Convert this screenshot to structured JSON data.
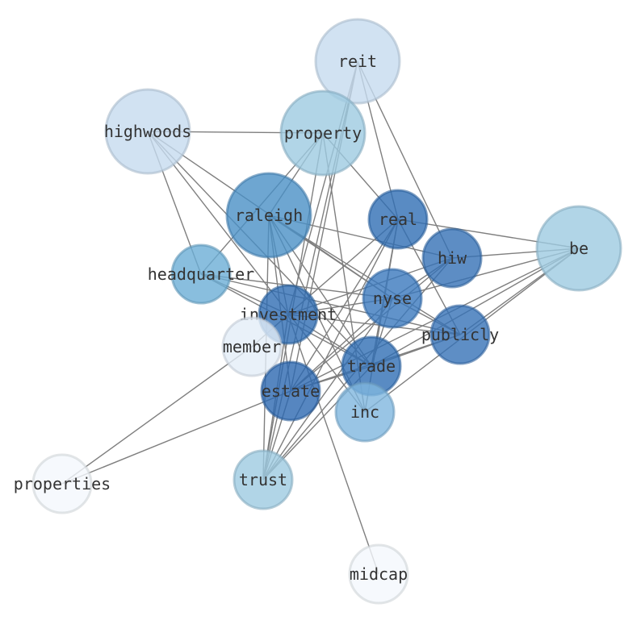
{
  "graph": {
    "nodes": [
      {
        "id": "reit",
        "label": "reit",
        "color": "#c6dbef"
      },
      {
        "id": "highwoods",
        "label": "highwoods",
        "color": "#c6dbef"
      },
      {
        "id": "property",
        "label": "property",
        "color": "#9ecae1"
      },
      {
        "id": "raleigh",
        "label": "raleigh",
        "color": "#4a90c6"
      },
      {
        "id": "real",
        "label": "real",
        "color": "#2f6eb4"
      },
      {
        "id": "hiw",
        "label": "hiw",
        "color": "#3470b5"
      },
      {
        "id": "be",
        "label": "be",
        "color": "#9ecae1"
      },
      {
        "id": "headquarter",
        "label": "headquarter",
        "color": "#6baed6"
      },
      {
        "id": "nyse",
        "label": "nyse",
        "color": "#3a78bd"
      },
      {
        "id": "investment",
        "label": "investment",
        "color": "#2f6db3"
      },
      {
        "id": "publicly",
        "label": "publicly",
        "color": "#3672b7"
      },
      {
        "id": "member",
        "label": "member",
        "color": "#e3edf8"
      },
      {
        "id": "trade",
        "label": "trade",
        "color": "#2f6eb4"
      },
      {
        "id": "estate",
        "label": "estate",
        "color": "#2c68b0"
      },
      {
        "id": "inc",
        "label": "inc",
        "color": "#7fb6de"
      },
      {
        "id": "properties",
        "label": "properties",
        "color": "#f4f8fd"
      },
      {
        "id": "trust",
        "label": "trust",
        "color": "#9ecae1"
      },
      {
        "id": "midcap",
        "label": "midcap",
        "color": "#f4f8fd"
      }
    ],
    "edges": [
      [
        "highwoods",
        "property"
      ],
      [
        "highwoods",
        "headquarter"
      ],
      [
        "highwoods",
        "nyse"
      ],
      [
        "highwoods",
        "trade"
      ],
      [
        "highwoods",
        "inc"
      ],
      [
        "reit",
        "real"
      ],
      [
        "reit",
        "hiw"
      ],
      [
        "reit",
        "trust"
      ],
      [
        "reit",
        "estate"
      ],
      [
        "reit",
        "investment"
      ],
      [
        "property",
        "raleigh"
      ],
      [
        "property",
        "real"
      ],
      [
        "property",
        "headquarter"
      ],
      [
        "property",
        "trust"
      ],
      [
        "property",
        "inc"
      ],
      [
        "raleigh",
        "hiw"
      ],
      [
        "raleigh",
        "nyse"
      ],
      [
        "raleigh",
        "publicly"
      ],
      [
        "raleigh",
        "trade"
      ],
      [
        "raleigh",
        "estate"
      ],
      [
        "raleigh",
        "investment"
      ],
      [
        "raleigh",
        "inc"
      ],
      [
        "raleigh",
        "trust"
      ],
      [
        "real",
        "be"
      ],
      [
        "real",
        "investment"
      ],
      [
        "real",
        "estate"
      ],
      [
        "real",
        "trade"
      ],
      [
        "real",
        "publicly"
      ],
      [
        "real",
        "trust"
      ],
      [
        "real",
        "inc"
      ],
      [
        "hiw",
        "be"
      ],
      [
        "hiw",
        "nyse"
      ],
      [
        "hiw",
        "investment"
      ],
      [
        "hiw",
        "estate"
      ],
      [
        "hiw",
        "trust"
      ],
      [
        "be",
        "nyse"
      ],
      [
        "be",
        "publicly"
      ],
      [
        "be",
        "trade"
      ],
      [
        "be",
        "estate"
      ],
      [
        "be",
        "inc"
      ],
      [
        "headquarter",
        "nyse"
      ],
      [
        "headquarter",
        "publicly"
      ],
      [
        "headquarter",
        "trade"
      ],
      [
        "headquarter",
        "investment"
      ],
      [
        "nyse",
        "investment"
      ],
      [
        "nyse",
        "estate"
      ],
      [
        "nyse",
        "trade"
      ],
      [
        "nyse",
        "publicly"
      ],
      [
        "nyse",
        "trust"
      ],
      [
        "investment",
        "publicly"
      ],
      [
        "investment",
        "trust"
      ],
      [
        "investment",
        "trade"
      ],
      [
        "investment",
        "midcap"
      ],
      [
        "publicly",
        "estate"
      ],
      [
        "publicly",
        "trade"
      ],
      [
        "member",
        "properties"
      ],
      [
        "member",
        "investment"
      ],
      [
        "estate",
        "properties"
      ],
      [
        "estate",
        "trade"
      ],
      [
        "trade",
        "trust"
      ],
      [
        "estate",
        "trust"
      ]
    ]
  }
}
